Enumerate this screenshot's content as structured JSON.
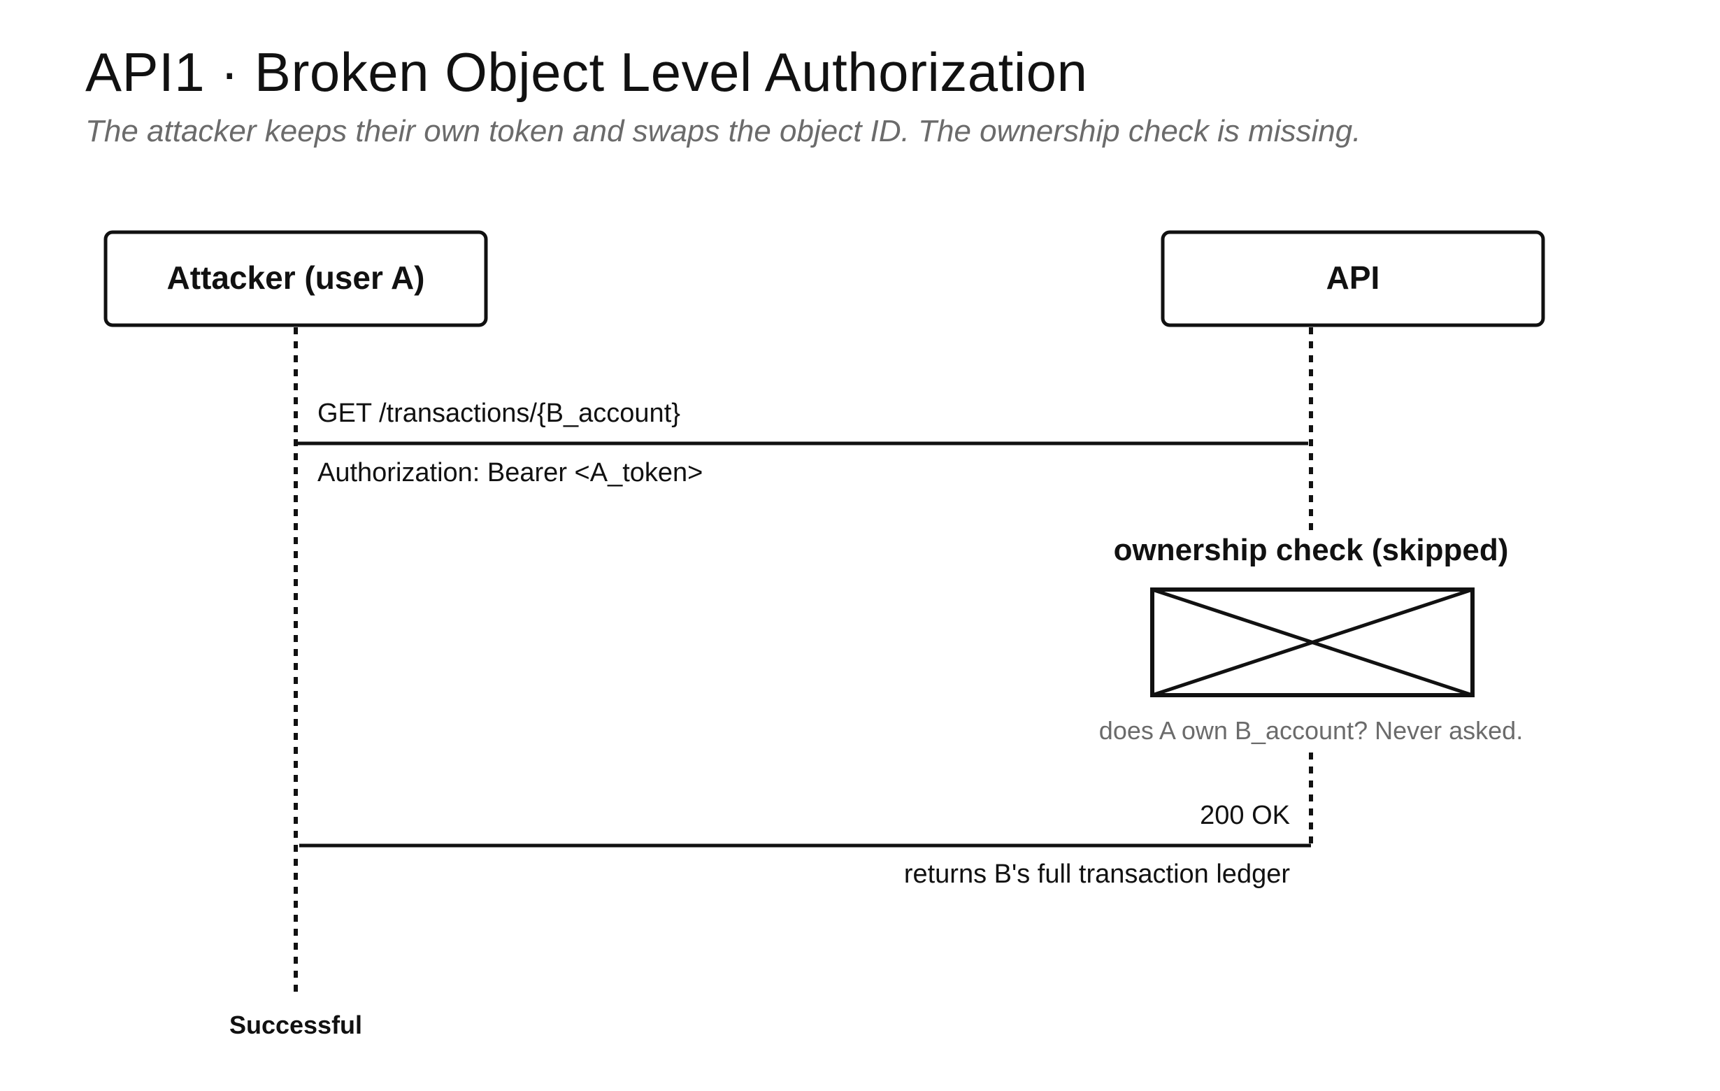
{
  "header": {
    "title": "API1 · Broken Object Level Authorization",
    "subtitle": "The attacker keeps their own token and swaps the object ID. The ownership check is missing."
  },
  "actors": {
    "attacker": {
      "label": "Attacker (user A)"
    },
    "api": {
      "label": "API"
    }
  },
  "request": {
    "line": "GET /transactions/{B_account}",
    "header_line": "Authorization: Bearer <A_token>"
  },
  "ownership_check": {
    "title": "ownership check (skipped)",
    "note": "does A own B_account? Never asked."
  },
  "response": {
    "status": "200 OK",
    "body": "returns B's full transaction ledger"
  },
  "outcome": {
    "label": "Successful"
  },
  "colors": {
    "ink": "#111111",
    "muted": "#6b6b6b",
    "background": "#ffffff"
  }
}
